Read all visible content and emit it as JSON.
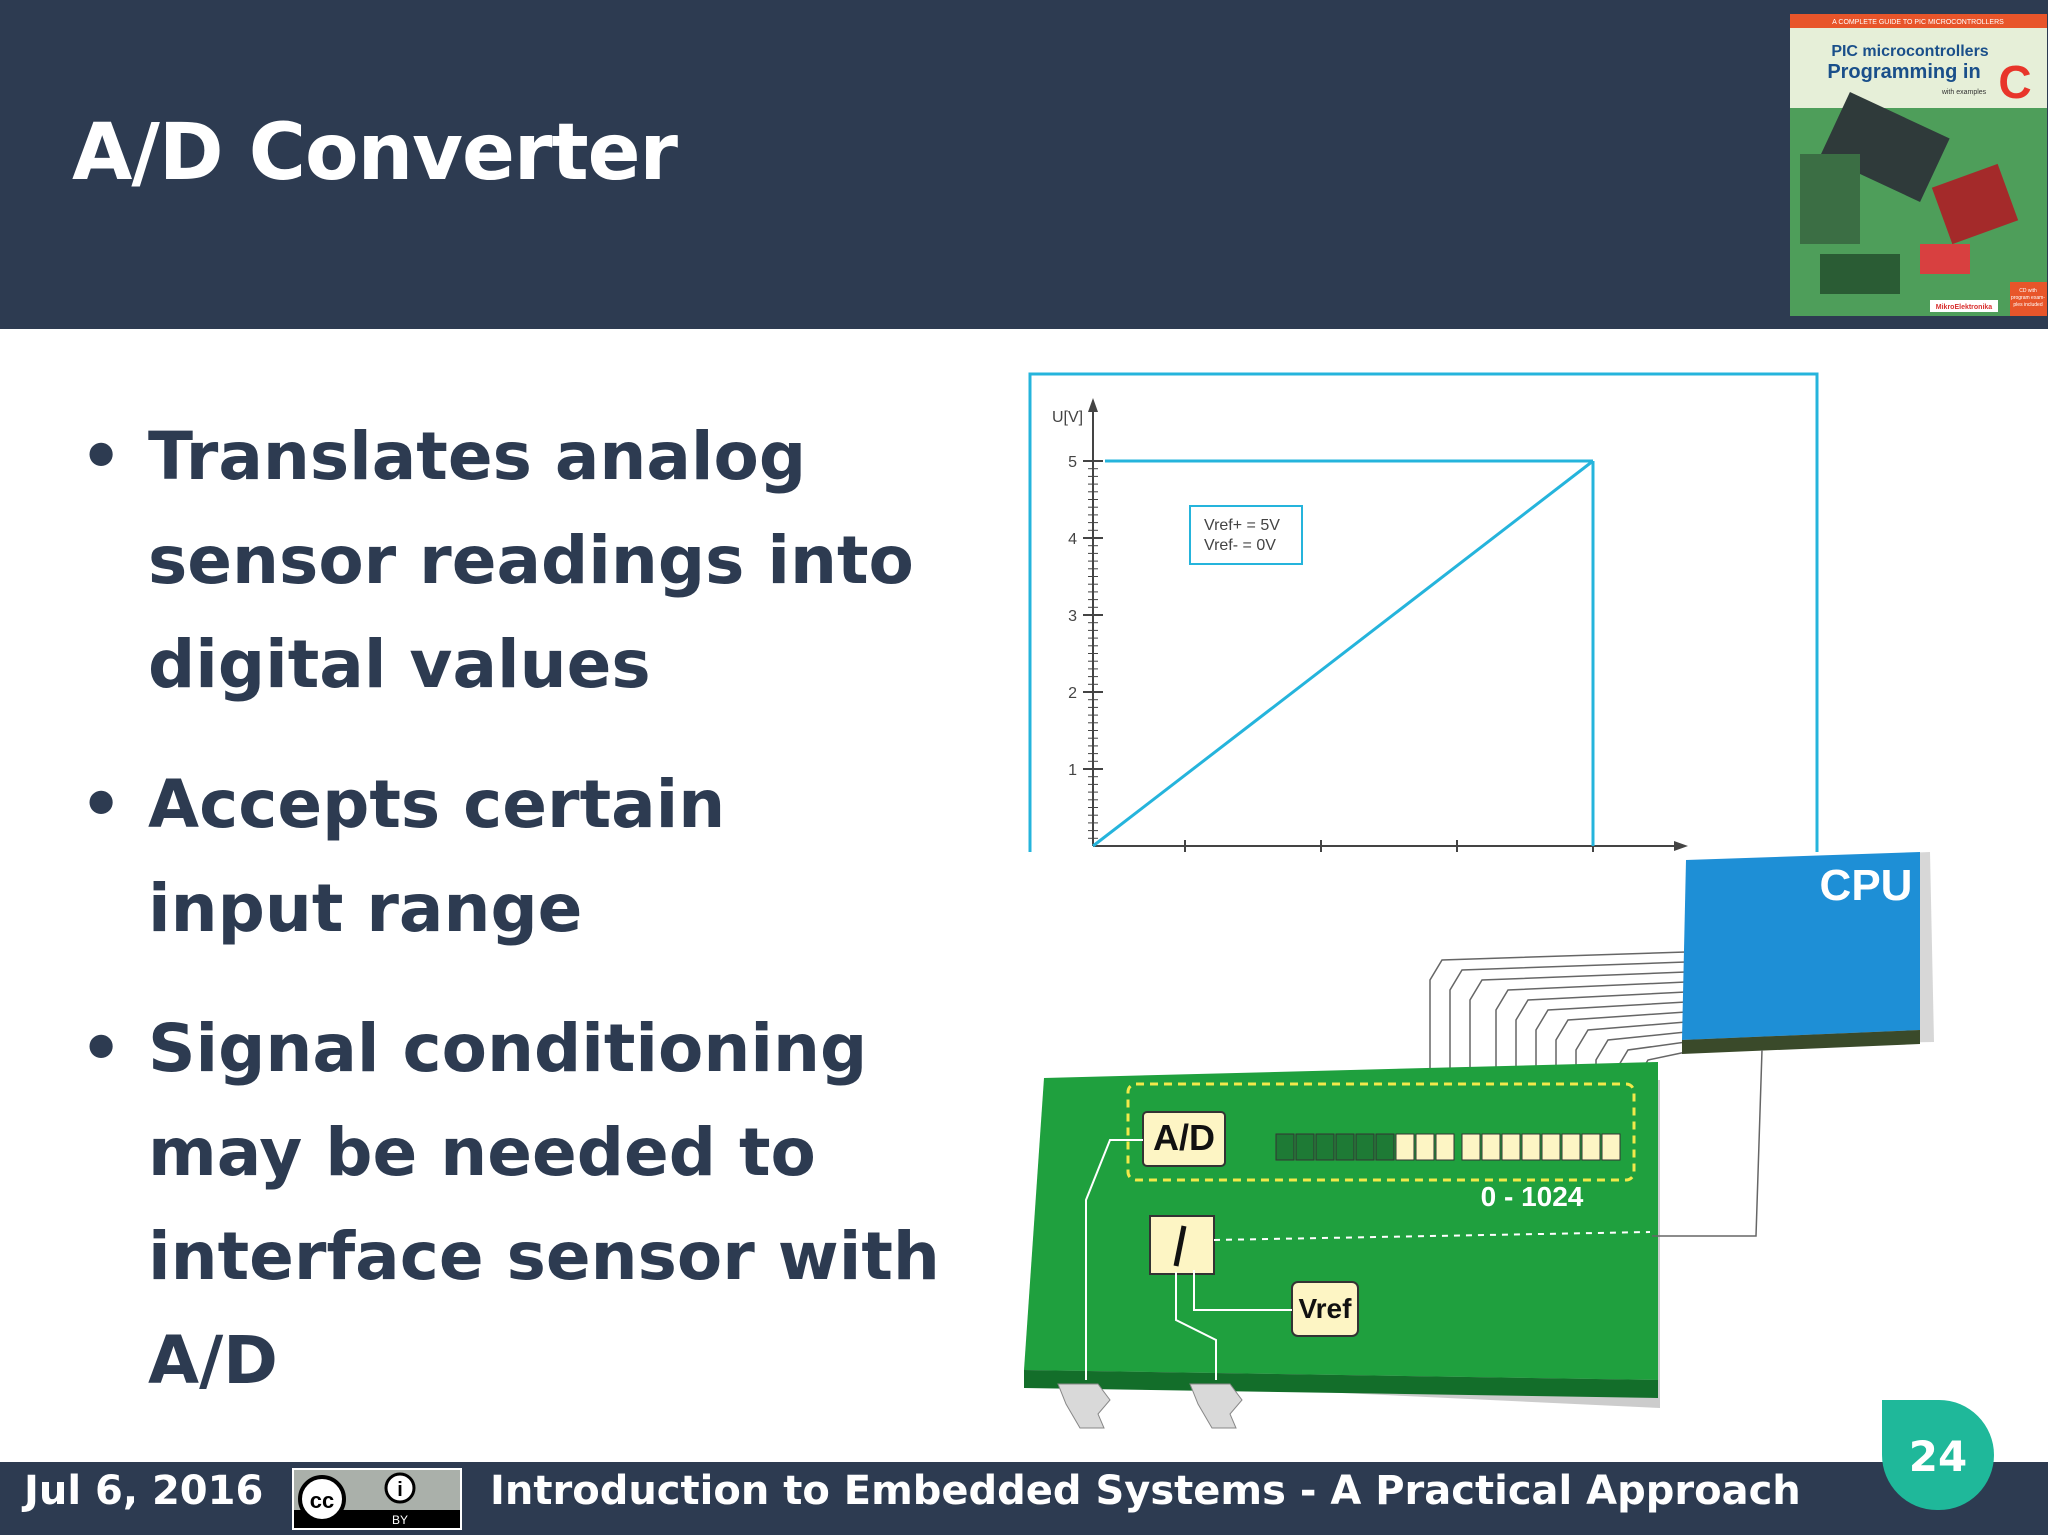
{
  "slide": {
    "title": "A/D Converter",
    "bullets": [
      "Translates analog sensor readings into digital values",
      "Accepts certain input range",
      "Signal conditioning may be needed to interface sensor with A/D"
    ]
  },
  "book_cover": {
    "banner": "A COMPLETE GUIDE TO PIC MICROCONTROLLERS",
    "line1": "PIC microcontrollers",
    "line2": "Programming in",
    "big_letter": "C",
    "subtitle": "with examples",
    "publisher": "MikroElektronika",
    "badge_lines": [
      "CD with",
      "program exam-",
      "ples included"
    ]
  },
  "graph": {
    "y_axis_label": "U[V]",
    "y_ticks": [
      "1",
      "2",
      "3",
      "4",
      "5"
    ],
    "legend_lines": [
      "Vref+ = 5V",
      "Vref- = 0V"
    ],
    "colors": {
      "line": "#25b4dc"
    }
  },
  "adc_diagram": {
    "cpu_label": "CPU",
    "ad_label": "A/D",
    "range_label": "0 - 1024",
    "vref_label": "Vref",
    "colors": {
      "board": "#1e9a3c",
      "cpu": "#1e8fd6",
      "bits": "#fdf5c4",
      "bits_off": "#1e7a35"
    }
  },
  "footer": {
    "date": "Jul 6, 2016",
    "license_text": "BY",
    "course_title": "Introduction to Embedded Systems - A Practical Approach",
    "page_number": "24"
  }
}
